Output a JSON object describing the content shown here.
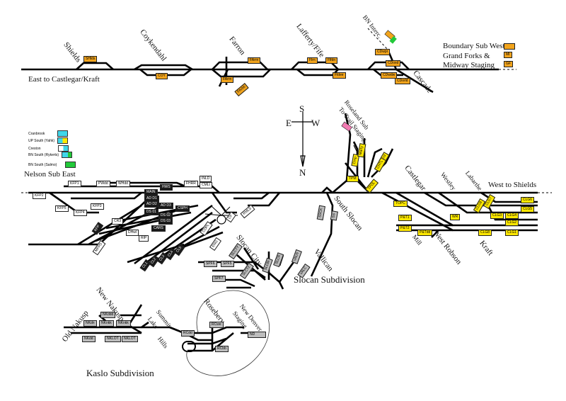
{
  "colors": {
    "track": "#000000",
    "yellow_tag": "#ffe800",
    "orange_tag": "#f2a41c",
    "cyan": "#3fd6ea",
    "green": "#22c93a",
    "pink": "#f27bb2",
    "grey_tag": "#bdbdbd"
  },
  "labels": {
    "shields": "Shields",
    "coykendahl": "Coykendahl",
    "farron": "Farron",
    "lafferty": "Lafferty/Fife",
    "bn_interc": "BN Interc.",
    "cascade": "Cascade",
    "east_to": "East to Castlegar/Kraft",
    "roseland": "Roseland Sub",
    "to_trail": "To Trail Staging",
    "castlegar": "Castlegar",
    "westley": "Westley",
    "labarthe": "Labarthe",
    "west_to_shields": "West to Shields",
    "nelson_sub_east": "Nelson Sub East",
    "south_slocan": "South Slocan",
    "west_robson": "West Robson",
    "kraft": "Kraft",
    "mill": "Mill",
    "slocan_city": "Slocan City",
    "vallican": "Vallican",
    "slocan_subdivision": "Slocan Subdivision",
    "new_nakusp": "New Nakusp",
    "old_nakusp": "Old Nakusp",
    "summit_lake": "Summit",
    "lake": "Lake",
    "hills": "Hills",
    "rosebery": "Rosebery",
    "new_denver_staging": "New Denver",
    "staging": "Staging",
    "kaslo_subdivision": "Kaslo Subdivision"
  },
  "compass": {
    "s": "S",
    "w": "W",
    "e": "E",
    "n": "N"
  },
  "legend_top": [
    {
      "text": "Boundary Sub West",
      "tag": ""
    },
    {
      "text": "Grand Forks &",
      "tag": "MI"
    },
    {
      "text": "Midway Staging",
      "tag": "GF"
    }
  ],
  "legend_left": [
    {
      "text": "Cranbrook",
      "color": "#3fd6ea"
    },
    {
      "text": "UP South (Yahk)",
      "color": "#3fd6ea"
    },
    {
      "text": "Creston",
      "color": "#3fd6ea"
    },
    {
      "text": "BN South (Rykerts)",
      "color": "#3fd6ea"
    },
    {
      "text": "BN South (Salmo)",
      "color": "#22c93a"
    }
  ],
  "tags": {
    "shields": "SHlds",
    "coy": "COY",
    "far1": "FArrn",
    "far2": "FArrn",
    "far3": "FArbb",
    "laf1": "Flrn",
    "laf2": "Flfdn",
    "laf3": "Fldee",
    "casc1": "CDwpr",
    "casc2": "CDoxd",
    "casc3": "CDwdw",
    "casc4": "CDorld",
    "kfp1": "KFP1",
    "kfp2": "KFP2",
    "kfp3": "KFP3",
    "kfp4": "KFP4",
    "kfp5": "KFP5",
    "pw": "PWdd",
    "wh": "WHdd",
    "fh": "FHRR",
    "in": "INLD",
    "cm": "CMLt",
    "cast1": "Cmp",
    "cast2": "Marty",
    "cast3": "Crd",
    "cast4": "CHTL",
    "cast5": "TPM",
    "cast6": "TPOL",
    "cast7": "TOPC",
    "pt1": "P&T1",
    "pt2": "P&T2",
    "ptdd": "P&Tdd",
    "wr": "WR",
    "clg1": "CLG1",
    "clg2": "CLG2",
    "clg3": "CLG3",
    "clg4": "CLG4",
    "clg5": "CLG5",
    "clg6": "CLG6",
    "clg7": "CLG7",
    "clg8": "CLG8",
    "spf6": "SPF6",
    "spf5": "SPF5",
    "spf7": "SPF7",
    "nd": "ND",
    "nk1": "NKdn",
    "nk2": "NKddd",
    "nk3": "NKnkk",
    "nk4": "NKnkk",
    "nk5": "NKdd",
    "nk6": "NKLOT",
    "rc1": "RCdd",
    "rc2": "RCwe",
    "rc3": "RCbb"
  }
}
